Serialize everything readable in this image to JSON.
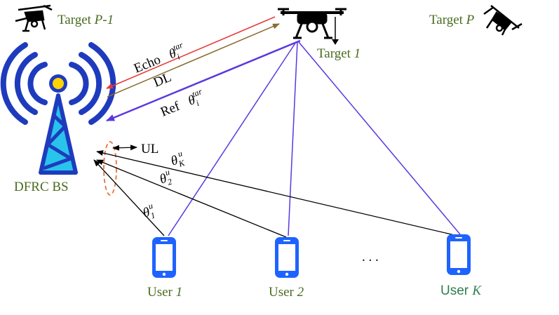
{
  "diagram": {
    "base_station": {
      "label": "DFRC BS",
      "colors": {
        "tower": "#1f3bbd",
        "fill": "#28c4ec",
        "lamp": "#ffd400"
      }
    },
    "targets": {
      "target_main": {
        "prefix": "Target ",
        "index": "1"
      },
      "target_left": {
        "prefix": "Target ",
        "index": "P-1"
      },
      "target_right": {
        "prefix": "Target ",
        "index": "P"
      }
    },
    "links": {
      "echo": {
        "label": "Echo",
        "symbol": "θ",
        "sub": "i",
        "sup": "tar",
        "color": "#e53935"
      },
      "dl": {
        "label": "DL",
        "color": "#8b6b2e"
      },
      "ref": {
        "label": "Ref",
        "symbol": "θ",
        "sub": "i",
        "sup": "tar",
        "color": "#5a38e0"
      },
      "ul": {
        "label": "UL"
      },
      "user_angles": [
        {
          "symbol": "θ",
          "sub": "K",
          "sup": "u"
        },
        {
          "symbol": "θ",
          "sub": "2",
          "sup": "u"
        },
        {
          "symbol": "θ",
          "sub": "1",
          "sup": "u"
        }
      ]
    },
    "users": [
      {
        "prefix": "User ",
        "index": "1"
      },
      {
        "prefix": "User ",
        "index": "2"
      },
      {
        "prefix": "User ",
        "index": "K"
      }
    ],
    "ellipsis": ". . .",
    "colors": {
      "beam": "#5a38e0",
      "phone": "#1e63ff",
      "antenna_ring": "#e8743b",
      "label_green": "#4a6b1f"
    }
  }
}
